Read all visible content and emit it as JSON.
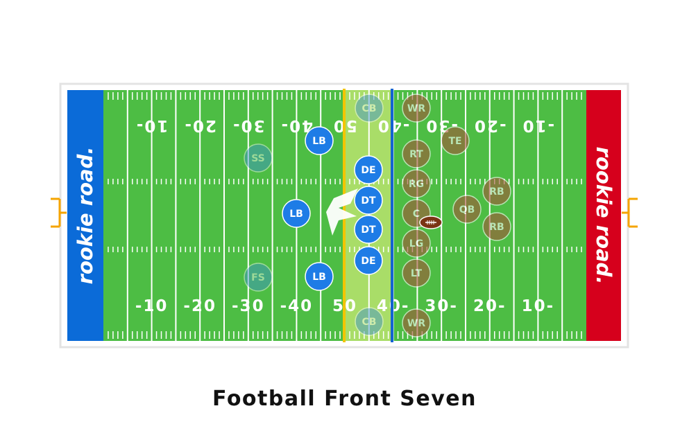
{
  "title": "Football Front Seven",
  "brand": {
    "left": "rookie road.",
    "right": "rookie road."
  },
  "colors": {
    "field_green": "#4dbd44",
    "line_white": "#ffffff",
    "left_endzone": "#0b6bd8",
    "right_endzone": "#d6001c",
    "neutral_zone": "#a9dd68",
    "line_of_scrimmage": "#f2c500",
    "first_down_line": "#1463d2",
    "defense_fill": "#1e7ce6",
    "offense_fill": "#a5553a",
    "goalpost": "#f5a400",
    "football": "#7a3414"
  },
  "yard_numbers": {
    "bottom": [
      "-10",
      "-20",
      "-30",
      "-40",
      "50",
      "40-",
      "30-",
      "20-",
      "10-"
    ],
    "top": [
      "10-",
      "20-",
      "30-",
      "40-",
      "50",
      "-40",
      "-30",
      "-20",
      "-10"
    ]
  },
  "defense": {
    "highlighted": [
      {
        "label": "LB"
      },
      {
        "label": "LB"
      },
      {
        "label": "LB"
      },
      {
        "label": "DE"
      },
      {
        "label": "DT"
      },
      {
        "label": "DT"
      },
      {
        "label": "DE"
      }
    ],
    "faded": [
      {
        "label": "CB"
      },
      {
        "label": "CB"
      },
      {
        "label": "SS"
      },
      {
        "label": "FS"
      }
    ]
  },
  "offense": [
    {
      "label": "WR"
    },
    {
      "label": "TE"
    },
    {
      "label": "RT"
    },
    {
      "label": "RG"
    },
    {
      "label": "C"
    },
    {
      "label": "LG"
    },
    {
      "label": "LT"
    },
    {
      "label": "WR"
    },
    {
      "label": "QB"
    },
    {
      "label": "RB"
    },
    {
      "label": "RB"
    }
  ]
}
